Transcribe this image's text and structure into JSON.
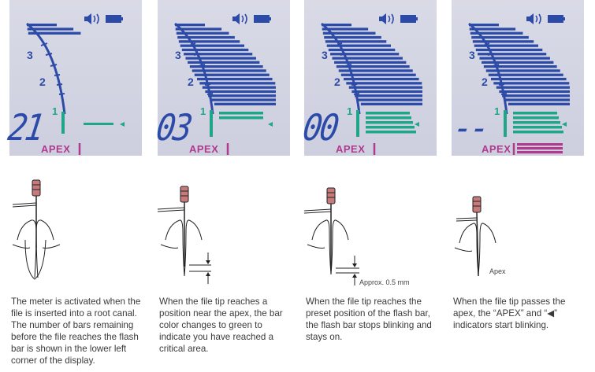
{
  "panels": [
    {
      "digits": "21",
      "apex": "APEX",
      "markers": {
        "three": "3",
        "two": "2",
        "one": "1"
      },
      "blue_bars": 3,
      "green_bars": 0,
      "magenta_bars": 0,
      "caption": "The meter is activated when the file is inserted into a root canal. The number of bars remaining before the file reaches the flash bar is shown in the lower left corner of the display.",
      "note": ""
    },
    {
      "digits": "03",
      "apex": "APEX",
      "markers": {
        "three": "3",
        "two": "2",
        "one": "1"
      },
      "blue_bars": 20,
      "green_bars": 2,
      "magenta_bars": 0,
      "caption": "When the file tip reaches a position near the apex, the bar color changes to green to indicate you have reached a critical area.",
      "note": ""
    },
    {
      "digits": "00",
      "apex": "APEX",
      "markers": {
        "three": "3",
        "two": "2",
        "one": "1"
      },
      "blue_bars": 20,
      "green_bars": 5,
      "magenta_bars": 0,
      "caption": "When the file tip reaches the preset position of the flash bar, the flash bar stops blinking and stays on.",
      "note": "Approx. 0.5 mm"
    },
    {
      "digits": "--",
      "apex": "APEX",
      "markers": {
        "three": "3",
        "two": "2",
        "one": "1"
      },
      "blue_bars": 20,
      "green_bars": 5,
      "magenta_bars": 3,
      "caption": "When the file tip passes the apex, the “APEX” and “◀” indicators start blinking.",
      "note": "Apex"
    }
  ],
  "colors": {
    "blue": "#2c4aa7",
    "green": "#1fa68a",
    "magenta": "#b03a8e",
    "lcd": "#d3d5e2"
  },
  "icons": [
    "speaker-icon",
    "battery-icon",
    "arrow-left-icon"
  ]
}
